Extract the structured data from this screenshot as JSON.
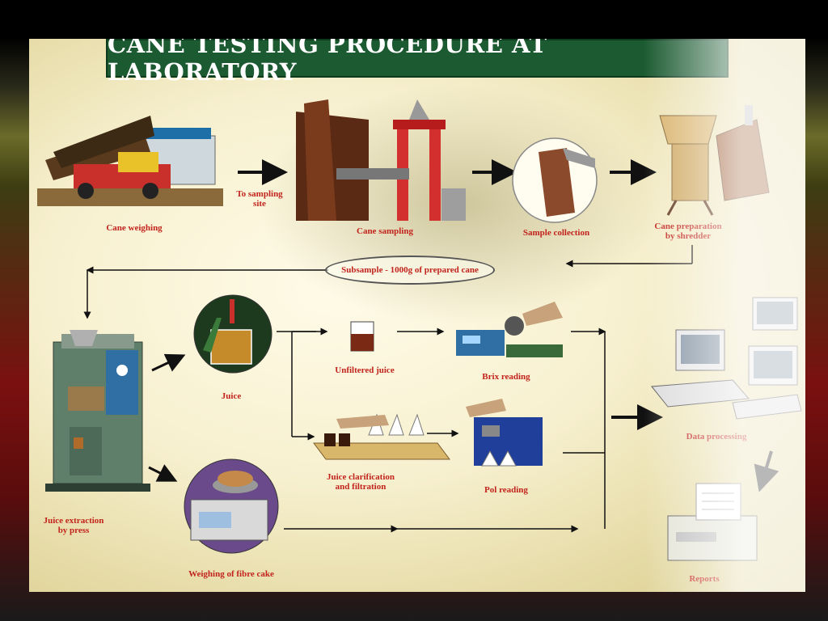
{
  "title": "CANE TESTING PROCEDURE AT LABORATORY",
  "labels": {
    "cane_weighing": "Cane weighing",
    "to_sampling_site": "To sampling\nsite",
    "cane_sampling": "Cane sampling",
    "sample_collection": "Sample collection",
    "cane_preparation": "Cane preparation\nby shredder",
    "subsample": "Subsample - 1000g of prepared cane",
    "juice": "Juice",
    "unfiltered_juice": "Unfiltered juice",
    "brix_reading": "Brix reading",
    "juice_clarification": "Juice clarification\nand filtration",
    "pol_reading": "Pol reading",
    "data_processing": "Data processing",
    "juice_extraction": "Juice extraction\nby press",
    "weighing_fibre_cake": "Weighing of fibre cake",
    "reports": "Reports"
  },
  "colors": {
    "title_bg": "#1c5b32",
    "label_red": "#c2231c",
    "arrow": "#111111"
  },
  "icons": [
    "truck-icon",
    "sampler-icon",
    "sample-core-icon",
    "shredder-icon",
    "press-icon",
    "juice-beaker-icon",
    "unfiltered-juice-icon",
    "brix-refractometer-icon",
    "clarification-flasks-icon",
    "polarimeter-icon",
    "balance-icon",
    "computer-icon",
    "printer-icon"
  ]
}
